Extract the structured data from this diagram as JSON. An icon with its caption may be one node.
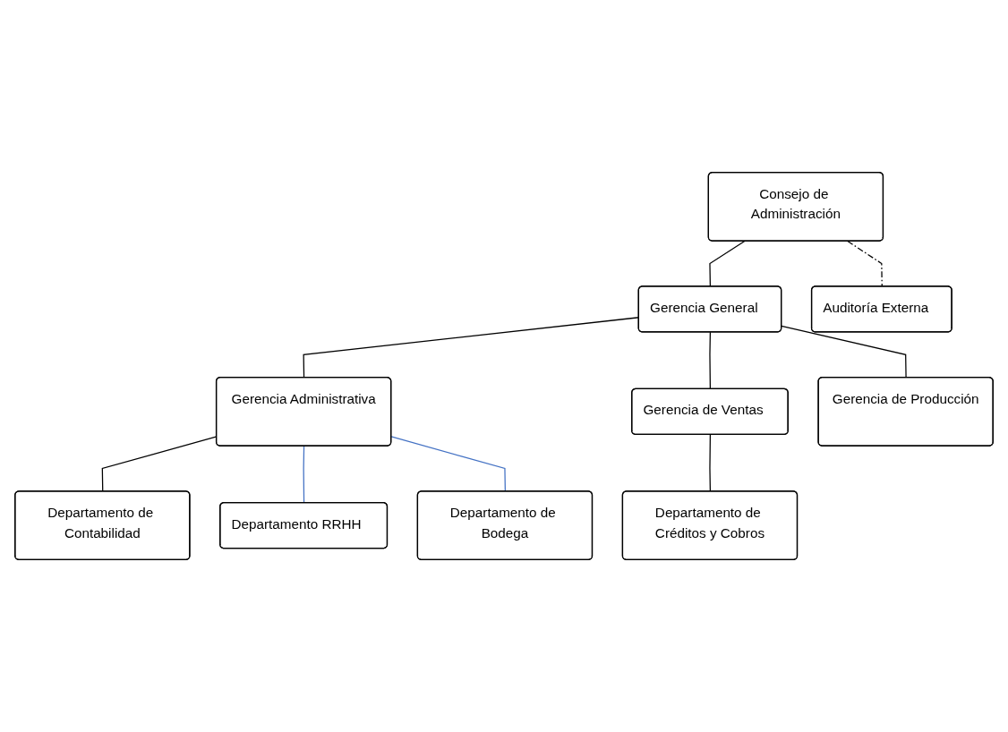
{
  "diagram": {
    "nodes": [
      {
        "text": [
          "Consejo de Administración"
        ]
      },
      {
        "text": [
          "Auditoría Externa"
        ]
      },
      {
        "text": [
          "Gerencia General"
        ]
      },
      {
        "text": [
          "Gerencia Administrativa"
        ]
      },
      {
        "text": [
          "Gerencia de Ventas"
        ]
      },
      {
        "text": [
          "Gerencia de Producción"
        ]
      },
      {
        "text": [
          "Departamento de Contabilidad"
        ]
      },
      {
        "text": [
          "Departamento RRHH"
        ]
      },
      {
        "text": [
          "Departamento de Bodega"
        ]
      },
      {
        "text": [
          "Departamento de Créditos y Cobros"
        ]
      }
    ],
    "edges": [
      {
        "from": 0,
        "to": 2,
        "arrow": "none"
      },
      {
        "from": 0,
        "to": 1,
        "arrow": "none",
        "style": "dashed"
      },
      {
        "from": 2,
        "to": 3,
        "arrow": "none"
      },
      {
        "from": 2,
        "to": 4,
        "arrow": "none"
      },
      {
        "from": 2,
        "to": 5,
        "arrow": "none"
      },
      {
        "from": 3,
        "to": 6,
        "arrow": "none"
      },
      {
        "from": 3,
        "to": 7,
        "arrow": "none",
        "color": "#4472c4"
      },
      {
        "from": 3,
        "to": 8,
        "arrow": "none",
        "color": "#4472c4"
      },
      {
        "from": 4,
        "to": 9,
        "arrow": "none"
      }
    ]
  }
}
